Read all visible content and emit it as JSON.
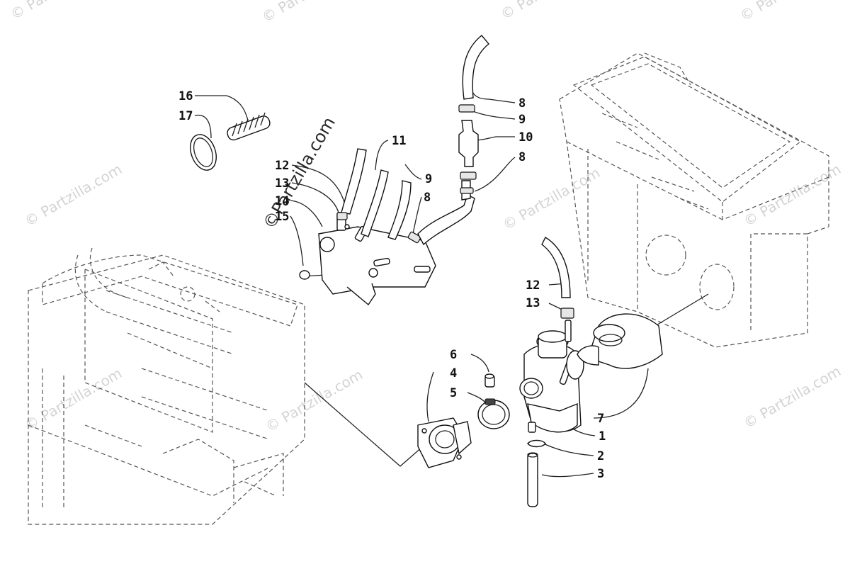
{
  "watermarks": {
    "partzilla": "© Partzilla.com",
    "center_text": "©Partzilla.com"
  },
  "callouts": [
    {
      "id": "c1",
      "label": "1",
      "part": "carburetor"
    },
    {
      "id": "c2",
      "label": "2",
      "part": "clip"
    },
    {
      "id": "c3",
      "label": "3",
      "part": "drain-hose"
    },
    {
      "id": "c4",
      "label": "4",
      "part": "intake-flange"
    },
    {
      "id": "c5",
      "label": "5",
      "part": "clamp"
    },
    {
      "id": "c6",
      "label": "6",
      "part": "cap"
    },
    {
      "id": "c7",
      "label": "7",
      "part": "intake-boot"
    },
    {
      "id": "c8a",
      "label": "8",
      "part": "fuel-hose-top"
    },
    {
      "id": "c9a",
      "label": "9",
      "part": "hose-clamp-top"
    },
    {
      "id": "c10",
      "label": "10",
      "part": "fuel-filter"
    },
    {
      "id": "c8b",
      "label": "8",
      "part": "fuel-hose-lower"
    },
    {
      "id": "c9b",
      "label": "9",
      "part": "hose-clamp-lower"
    },
    {
      "id": "c8c",
      "label": "8",
      "part": "fuel-hose-pump"
    },
    {
      "id": "c11",
      "label": "11",
      "part": "pulse-hose"
    },
    {
      "id": "c12a",
      "label": "12",
      "part": "vent-hose-pump"
    },
    {
      "id": "c13a",
      "label": "13",
      "part": "hose-clamp-pump"
    },
    {
      "id": "c14",
      "label": "14",
      "part": "fuel-pump"
    },
    {
      "id": "c15",
      "label": "15",
      "part": "nut"
    },
    {
      "id": "c16",
      "label": "16",
      "part": "spring"
    },
    {
      "id": "c17",
      "label": "17",
      "part": "ring"
    },
    {
      "id": "c12b",
      "label": "12",
      "part": "vent-hose-carb"
    },
    {
      "id": "c13b",
      "label": "13",
      "part": "hose-clamp-carb"
    }
  ]
}
